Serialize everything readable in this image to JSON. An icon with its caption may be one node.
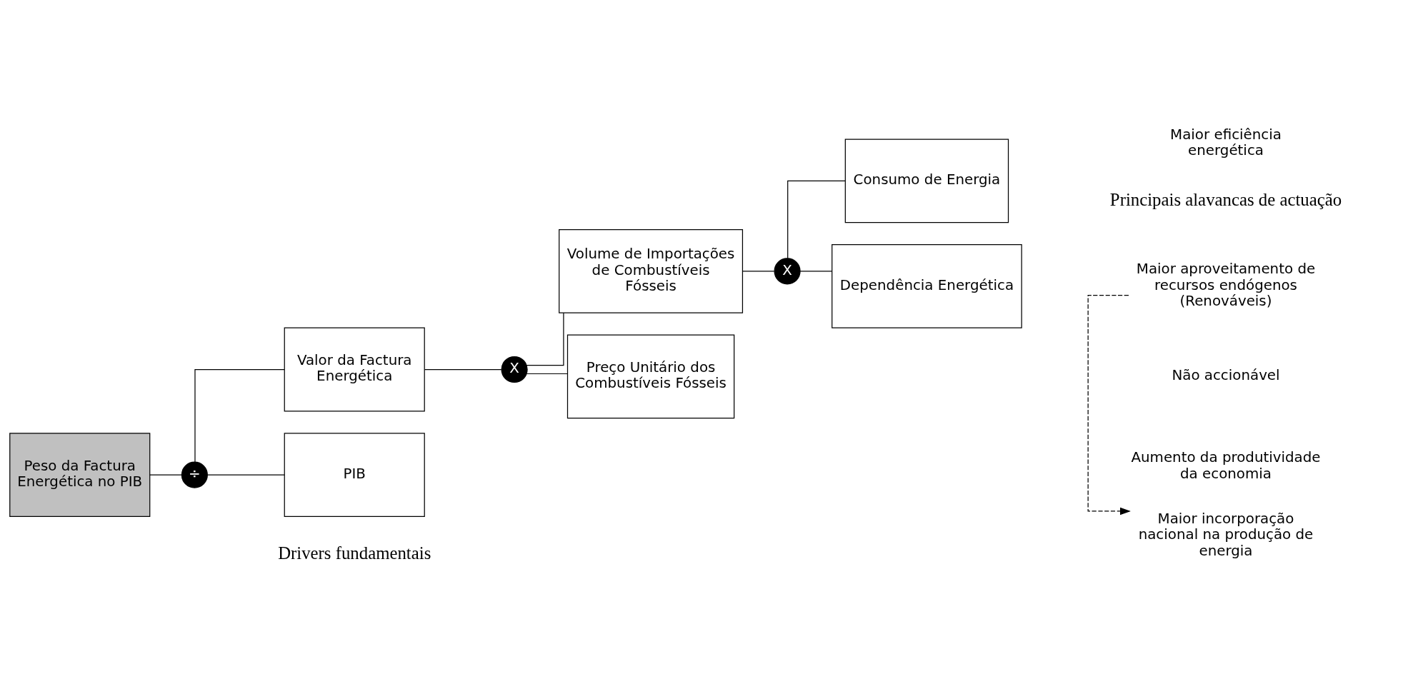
{
  "diagram": {
    "nodes": [
      {
        "text": [
          "Peso da Factura Energética no PIB"
        ]
      },
      {
        "text": [
          "÷"
        ]
      },
      {
        "text": [
          "Valor da Factura Energética"
        ]
      },
      {
        "text": [
          "PIB"
        ]
      },
      {
        "text": [
          "X"
        ]
      },
      {
        "text": [
          "Volume de Importações de Combustíveis Fósseis"
        ]
      },
      {
        "text": [
          "Preço Unitário dos Combustíveis Fósseis"
        ]
      },
      {
        "text": [
          "X"
        ]
      },
      {
        "text": [
          "Consumo de Energia"
        ]
      },
      {
        "text": [
          "Dependência Energética"
        ]
      },
      {
        "text": [
          "Maior eficiência energética"
        ]
      },
      {
        "text": [
          "Maior aproveitamento de recursos endógenos (Renováveis)"
        ]
      },
      {
        "text": [
          "Não accionável"
        ]
      },
      {
        "text": [
          "Aumento da produtividade da economia"
        ]
      },
      {
        "text": [
          "Maior incorporação nacional na produção de energia"
        ]
      }
    ],
    "edges": [
      {
        "from": 0,
        "to": 1,
        "arrow": "none"
      },
      {
        "from": 1,
        "to": 2,
        "arrow": "none"
      },
      {
        "from": 1,
        "to": 3,
        "arrow": "none"
      },
      {
        "from": 2,
        "to": 4,
        "arrow": "none"
      },
      {
        "from": 4,
        "to": 5,
        "arrow": "none"
      },
      {
        "from": 4,
        "to": 6,
        "arrow": "none"
      },
      {
        "from": 5,
        "to": 7,
        "arrow": "none"
      },
      {
        "from": 7,
        "to": 8,
        "arrow": "none"
      },
      {
        "from": 7,
        "to": 9,
        "arrow": "none"
      },
      {
        "from": 11,
        "to": 14,
        "arrow": "to",
        "style": "dashed"
      }
    ],
    "labels": [
      "Drivers fundamentais",
      "Principais alavancas de actuação"
    ]
  }
}
